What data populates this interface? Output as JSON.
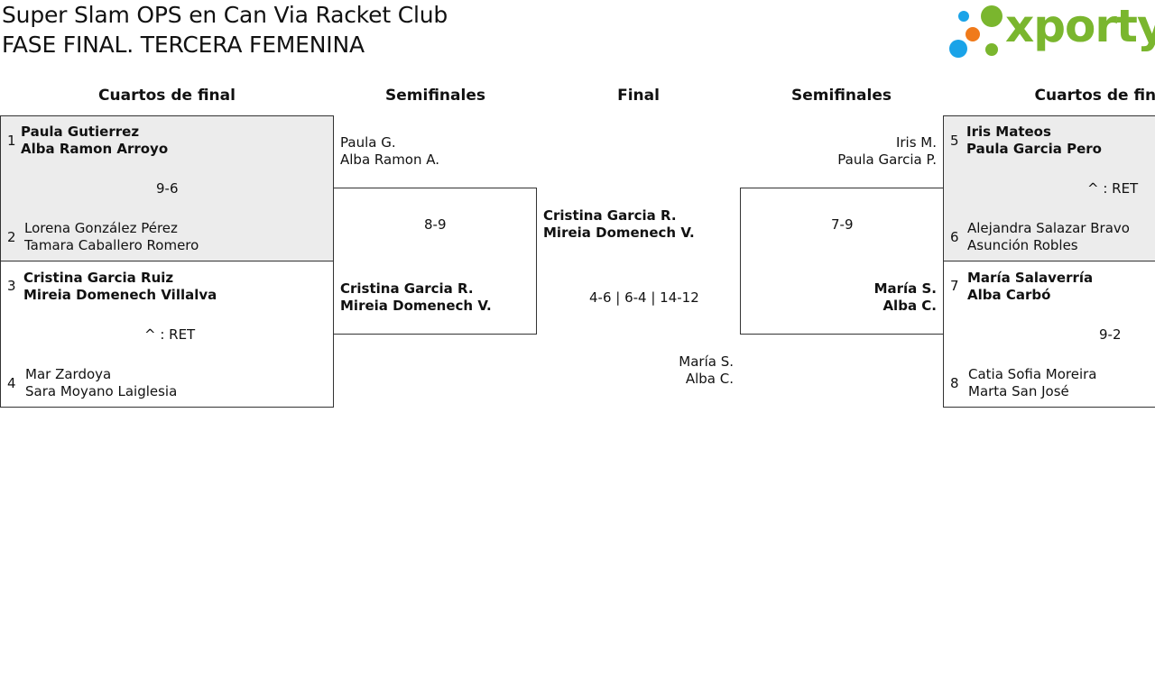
{
  "header": {
    "title_line1": "Super Slam OPS en Can Via Racket Club",
    "title_line2": "FASE FINAL. TERCERA FEMENINA",
    "logo_text": "xporty"
  },
  "columns": {
    "qf_left": "Cuartos de final",
    "sf_left": "Semifinales",
    "final": "Final",
    "sf_right": "Semifinales",
    "qf_right": "Cuartos de final"
  },
  "quarterfinals_left": [
    {
      "top": {
        "seed": "1",
        "p1": "Paula Gutierrez",
        "p2": "Alba Ramon Arroyo"
      },
      "score": "9-6",
      "bottom": {
        "seed": "2",
        "p1": "Lorena González Pérez",
        "p2": "Tamara Caballero Romero"
      }
    },
    {
      "top": {
        "seed": "3",
        "p1": "Cristina Garcia Ruiz",
        "p2": "Mireia Domenech Villalva"
      },
      "score": "^ : RET",
      "bottom": {
        "seed": "4",
        "p1": "Mar Zardoya",
        "p2": "Sara Moyano Laiglesia"
      }
    }
  ],
  "quarterfinals_right": [
    {
      "top": {
        "seed": "5",
        "p1": "Iris Mateos",
        "p2": "Paula Garcia Pero"
      },
      "score": "^ : RET",
      "bottom": {
        "seed": "6",
        "p1": "Alejandra Salazar Bravo",
        "p2": "Asunción Robles"
      }
    },
    {
      "top": {
        "seed": "7",
        "p1": "María Salaverría",
        "p2": "Alba Carbó"
      },
      "score": "9-2",
      "bottom": {
        "seed": "8",
        "p1": "Catia Sofia Moreira",
        "p2": "Marta San José"
      }
    }
  ],
  "semifinal_left": {
    "top": {
      "p1": "Paula G.",
      "p2": "Alba Ramon A."
    },
    "score": "8-9",
    "bottom": {
      "p1": "Cristina Garcia R.",
      "p2": "Mireia Domenech V."
    }
  },
  "semifinal_right": {
    "top": {
      "p1": "Iris M.",
      "p2": "Paula Garcia P."
    },
    "score": "7-9",
    "bottom": {
      "p1": "María S.",
      "p2": "Alba C."
    }
  },
  "final": {
    "top": {
      "p1": "Cristina Garcia R.",
      "p2": "Mireia Domenech V."
    },
    "score": "4-6 | 6-4 | 14-12",
    "bottom": {
      "p1": "María S.",
      "p2": "Alba C."
    }
  },
  "colors": {
    "logo_green": "#7ab62e",
    "logo_blue": "#1aa3e8",
    "logo_orange": "#f07a1a",
    "match_grey": "#ececec"
  }
}
